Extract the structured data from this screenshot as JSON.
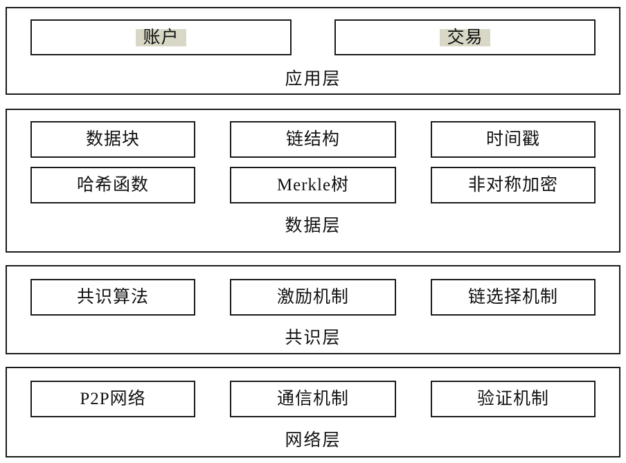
{
  "diagram": {
    "colors": {
      "border": "#1a1a1a",
      "background": "#ffffff",
      "highlight": "#d9d8c6"
    },
    "layers": [
      {
        "id": "application",
        "title": "应用层",
        "rows": [
          [
            {
              "label": "账户",
              "highlight": true
            },
            {
              "label": "交易",
              "highlight": true
            }
          ]
        ]
      },
      {
        "id": "data",
        "title": "数据层",
        "rows": [
          [
            {
              "label": "数据块",
              "highlight": false
            },
            {
              "label": "链结构",
              "highlight": false
            },
            {
              "label": "时间戳",
              "highlight": false
            }
          ],
          [
            {
              "label": "哈希函数",
              "highlight": false
            },
            {
              "label": "Merkle树",
              "highlight": false
            },
            {
              "label": "非对称加密",
              "highlight": false
            }
          ]
        ]
      },
      {
        "id": "consensus",
        "title": "共识层",
        "rows": [
          [
            {
              "label": "共识算法",
              "highlight": false
            },
            {
              "label": "激励机制",
              "highlight": false
            },
            {
              "label": "链选择机制",
              "highlight": false
            }
          ]
        ]
      },
      {
        "id": "network",
        "title": "网络层",
        "rows": [
          [
            {
              "label": "P2P网络",
              "highlight": false
            },
            {
              "label": "通信机制",
              "highlight": false
            },
            {
              "label": "验证机制",
              "highlight": false
            }
          ]
        ]
      }
    ]
  }
}
